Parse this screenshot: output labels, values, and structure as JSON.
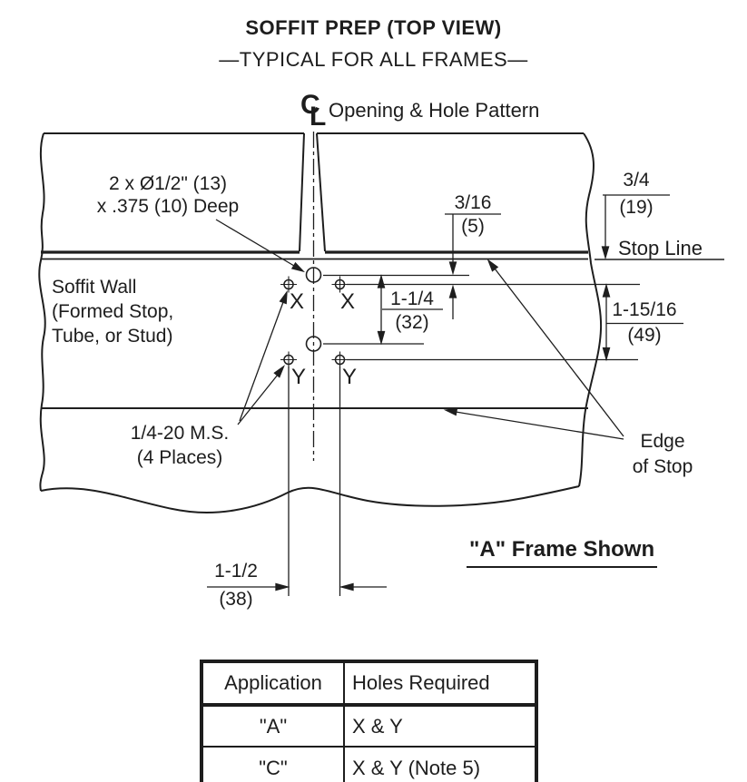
{
  "header": {
    "title": "SOFFIT PREP (TOP VIEW)",
    "subtitle": "—TYPICAL FOR ALL FRAMES—"
  },
  "centerline": {
    "c": "C",
    "l": "L",
    "label": "Opening & Hole Pattern"
  },
  "annotations": {
    "counterbore_line1": "2 x Ø1/2\" (13)",
    "counterbore_line2": "x .375 (10) Deep",
    "soffit_line1": "Soffit Wall",
    "soffit_line2": "(Formed Stop,",
    "soffit_line3": "Tube, or Stud)",
    "stop_line": "Stop Line",
    "screws_line1": "1/4-20 M.S.",
    "screws_line2": "(4 Places)",
    "edge_line1": "Edge",
    "edge_line2": "of Stop",
    "frame_shown": "\"A\" Frame Shown"
  },
  "hole_labels": {
    "x": "X",
    "y": "Y"
  },
  "dimensions": {
    "d316": {
      "value": "3/16",
      "mm": "(5)"
    },
    "d34": {
      "value": "3/4",
      "mm": "(19)"
    },
    "d114": {
      "value": "1-1/4",
      "mm": "(32)"
    },
    "d11516": {
      "value": "1-15/16",
      "mm": "(49)"
    },
    "d112": {
      "value": "1-1/2",
      "mm": "(38)"
    }
  },
  "table": {
    "headers": [
      "Application",
      "Holes Required"
    ],
    "rows": [
      [
        "\"A\"",
        "X & Y"
      ],
      [
        "\"C\"",
        "X & Y (Note 5)"
      ]
    ]
  }
}
